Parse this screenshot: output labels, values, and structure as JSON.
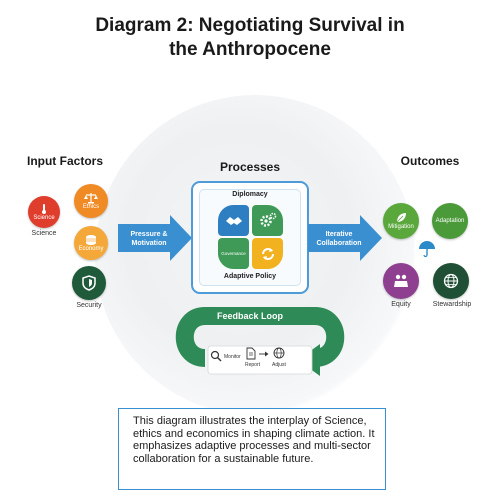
{
  "title_line1": "Diagram 2: Negotiating Survival in",
  "title_line2": "the Anthropocene",
  "columns": {
    "inputs": "Input Factors",
    "processes": "Processes",
    "outcomes": "Outcomes"
  },
  "inputs": [
    {
      "label": "Science",
      "caption": "Science",
      "icon": "thermometer-icon",
      "color": "#e03e2d"
    },
    {
      "label": "Ethics",
      "caption": "",
      "icon": "scales-icon",
      "color": "#f08a24"
    },
    {
      "label": "Economy",
      "caption": "",
      "icon": "coins-icon",
      "color": "#f4a83a"
    },
    {
      "label": "",
      "caption": "Security",
      "icon": "shield-icon",
      "color": "#1f5a3a"
    }
  ],
  "arrows": {
    "left": "Pressure & Motivation",
    "right": "Iterative Collaboration"
  },
  "process": {
    "top": "Diplomacy",
    "bottom": "Adaptive Policy",
    "governance": "Governance"
  },
  "outcomes": [
    {
      "label": "Mitigation",
      "caption": "",
      "icon": "leaf-icon",
      "color": "#5aa83c"
    },
    {
      "label": "Adaptation",
      "caption": "",
      "icon": "",
      "color": "#4b9a3a"
    },
    {
      "label": "",
      "caption": "",
      "icon": "umbrella-icon",
      "color": "#ffffff"
    },
    {
      "label": "",
      "caption": "Equity",
      "icon": "people-icon",
      "color": "#8e3f8f"
    },
    {
      "label": "",
      "caption": "Stewardship",
      "icon": "globe-icon",
      "color": "#1f4f34"
    }
  ],
  "feedback": {
    "label": "Feedback Loop",
    "steps": [
      "Monitor",
      "Report",
      "Adjust"
    ]
  },
  "caption": "This diagram illustrates the interplay of Science, ethics and economics in shaping climate action. It emphasizes adaptive processes and multi-sector collaboration for a sustainable future.",
  "colors": {
    "accent_blue": "#3a8fd1",
    "loop_green": "#2e8b57"
  }
}
